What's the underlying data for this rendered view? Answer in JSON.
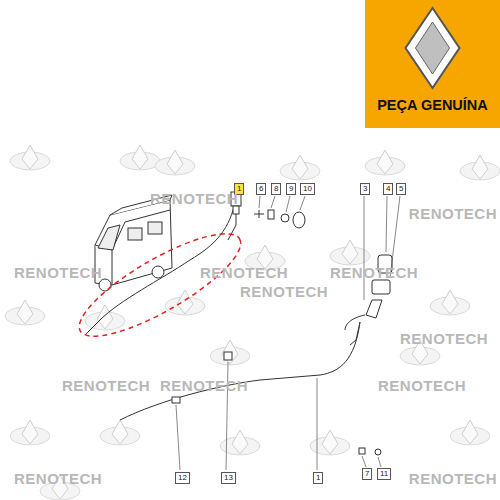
{
  "diagram": {
    "nodes": [
      {
        "text": [
          "PEÇA GENUÍNA"
        ]
      }
    ],
    "labels": [
      "1",
      "6",
      "8",
      "9",
      "10",
      "3",
      "4",
      "5",
      "12",
      "13",
      "1",
      "7",
      "11",
      "RENOTECH",
      "RENOTECH",
      "RENOTECH",
      "RENOTECH",
      "RENOTECH",
      "RENOTECH",
      "RENOTECH",
      "RENOTECH",
      "RENOTECH",
      "RENOTECH",
      "RENOTECH",
      "RENOTECH"
    ]
  }
}
